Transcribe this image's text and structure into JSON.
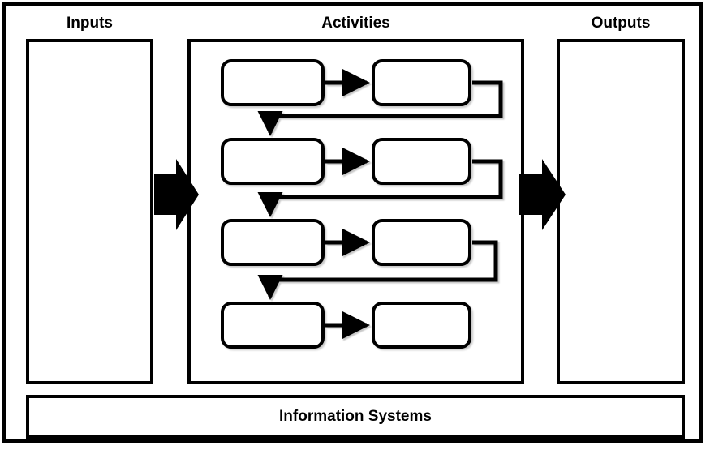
{
  "diagram": {
    "title": "Inputs-Activities-Outputs process diagram",
    "frame": {
      "stroke": "#000000",
      "fill": "#ffffff"
    },
    "columns": [
      {
        "key": "inputs",
        "label": "Inputs"
      },
      {
        "key": "activities",
        "label": "Activities"
      },
      {
        "key": "outputs",
        "label": "Outputs"
      }
    ],
    "footer": {
      "label": "Information Systems"
    },
    "activities": {
      "rows": [
        {
          "left_label": "",
          "right_label": "",
          "has_return_path": true
        },
        {
          "left_label": "",
          "right_label": "",
          "has_return_path": true
        },
        {
          "left_label": "",
          "right_label": "",
          "has_return_path": true
        },
        {
          "left_label": "",
          "right_label": "",
          "has_return_path": false
        }
      ]
    },
    "flow_arrows": {
      "input_to_activities": "right-block-arrow",
      "activities_to_outputs": "right-block-arrow",
      "step_to_step": "right-arrow",
      "row_to_row": "down-arrow"
    },
    "colors": {
      "stroke": "#000000",
      "fill": "#ffffff",
      "text": "#000000",
      "shadow": "rgba(0,0,0,0.22)"
    }
  }
}
